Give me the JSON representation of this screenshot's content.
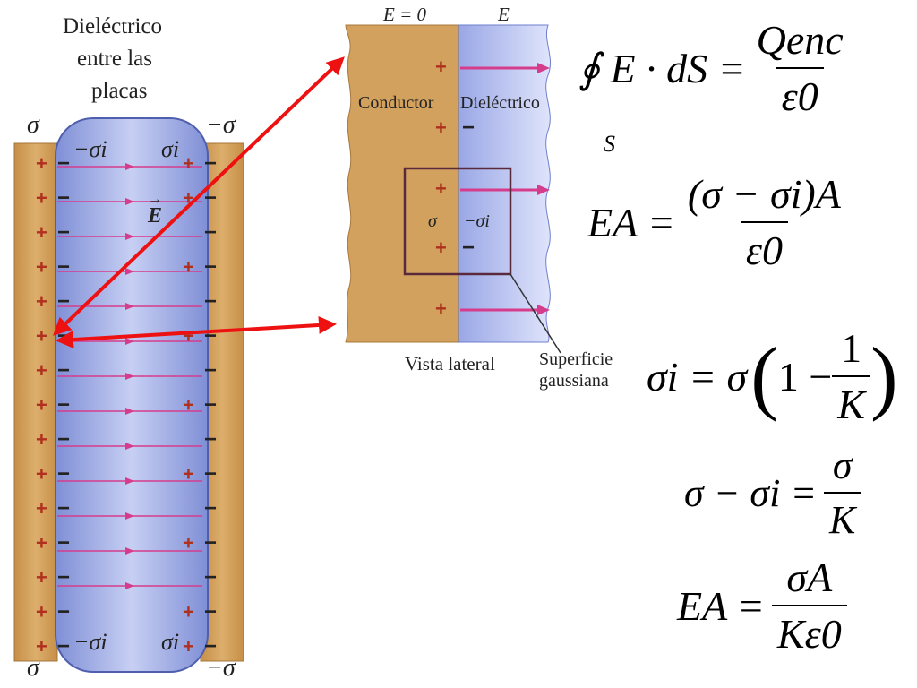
{
  "left_diagram": {
    "title_line1": "Dieléctrico",
    "title_line2": "entre las",
    "title_line3": "placas",
    "sigma_left_top": "σ",
    "sigma_right_top": "−σ",
    "sigma_left_bottom": "σ",
    "sigma_right_bottom": "−σ",
    "sigma_i_neg_top": "−σi",
    "sigma_i_pos_top": "σi",
    "sigma_i_neg_bottom": "−σi",
    "sigma_i_pos_bottom": "σi",
    "field_label": "E",
    "plus": "+",
    "minus": "−"
  },
  "right_diagram": {
    "e_zero": "E = 0",
    "e_label": "E",
    "conductor": "Conductor",
    "dielectric": "Dieléctrico",
    "sigma": "σ",
    "neg_sigma_i": "−σi",
    "side_view": "Vista lateral",
    "gauss_line1": "Superficie",
    "gauss_line2": "gaussiana"
  },
  "equations": {
    "eq1_lhs": "∮ E · dS =",
    "eq1_sub": "S",
    "eq1_num": "Qenc",
    "eq1_den": "ε0",
    "eq2_lhs": "EA =",
    "eq2_num": "(σ − σi)A",
    "eq2_den": "ε0",
    "eq3_lhs": "σi = σ",
    "eq3_paren_left": "(",
    "eq3_one": "1 −",
    "eq3_num": "1",
    "eq3_den": "K",
    "eq3_paren_right": ")",
    "eq4_lhs": "σ − σi =",
    "eq4_num": "σ",
    "eq4_den": "K",
    "eq5_lhs": "EA =",
    "eq5_num": "σA",
    "eq5_den": "Kε0"
  },
  "colors": {
    "plate": "#d5a35c",
    "dielectric": "#aab6ea",
    "dielectric_edge": "#6f7fcf",
    "field_line": "#d63c8c",
    "plus": "#b0301e",
    "minus": "#222222",
    "arrow": "#ee1111",
    "gauss_box": "#5a2a3c"
  }
}
